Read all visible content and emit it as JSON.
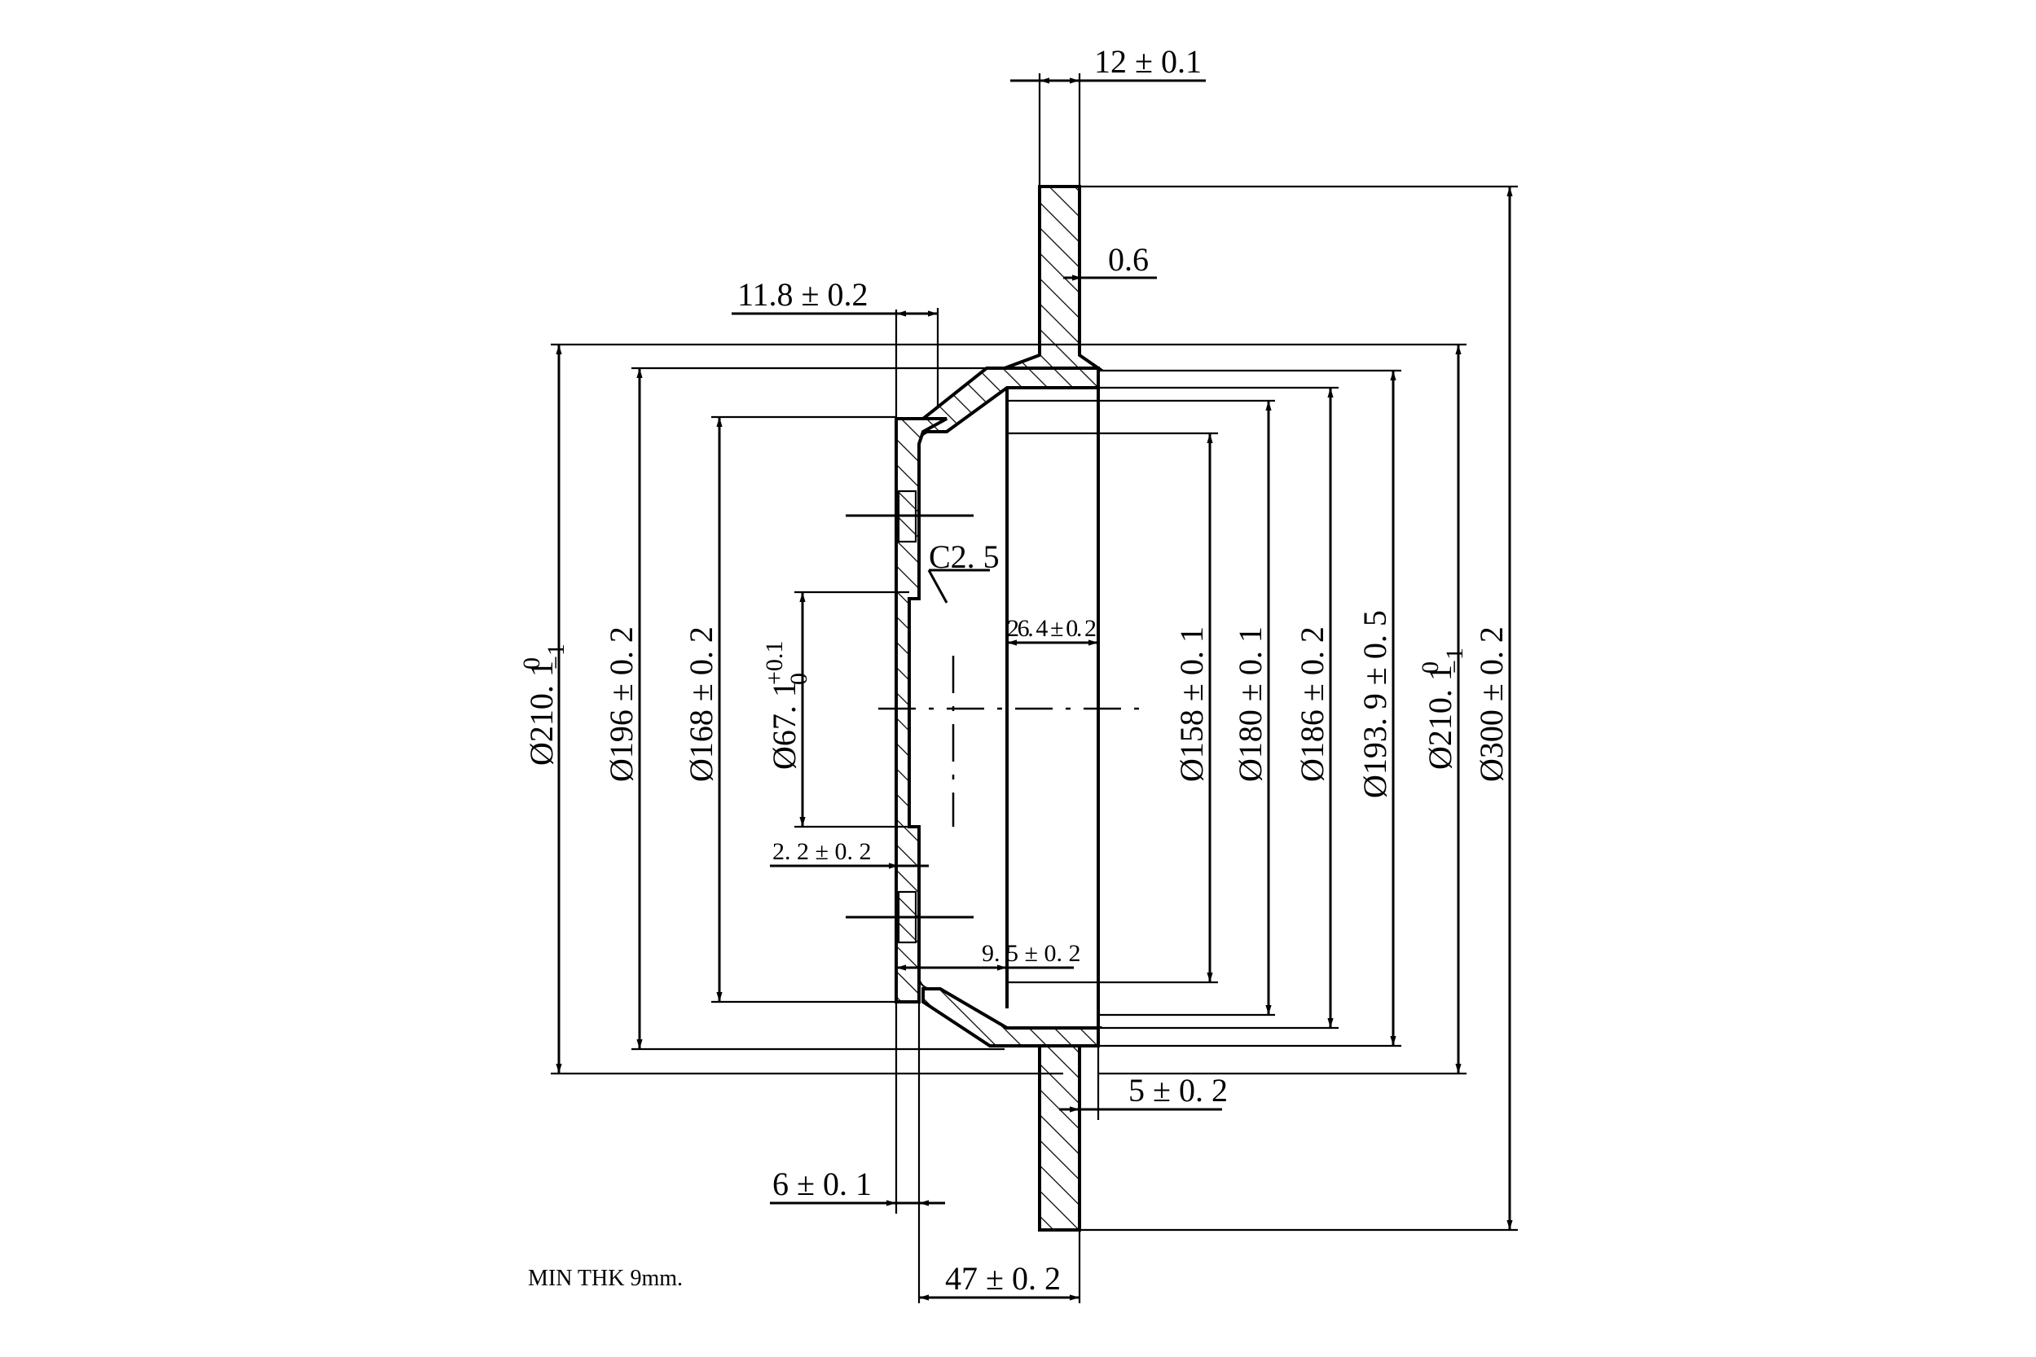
{
  "drawing": {
    "top_thickness": "12 ± 0.1",
    "runout": "0.6",
    "hat_offset": "11.8 ± 0.2",
    "chamfer": "C2. 5",
    "inner_depth": "26. 4 ± 0. 2",
    "slot_depth": "2. 2 ± 0. 2",
    "boss_depth": "9. 5 ± 0. 2",
    "flange_step": "5 ± 0. 2",
    "hub_thickness": "6 ± 0. 1",
    "total_height": "47 ± 0. 2",
    "note": "MIN THK 9mm.",
    "left_diameters": {
      "d210": "Ø210. 1",
      "d210_tol_upper": "0",
      "d210_tol_lower": "−1",
      "d196": "Ø196 ± 0. 2",
      "d168": "Ø168 ± 0. 2",
      "d67": "Ø67. 1",
      "d67_tol_upper": "+0.1",
      "d67_tol_lower": "0"
    },
    "right_diameters": {
      "d158": "Ø158 ± 0. 1",
      "d180": "Ø180 ± 0. 1",
      "d186": "Ø186 ± 0. 2",
      "d193": "Ø193. 9 ± 0. 5",
      "d210": "Ø210. 1",
      "d210_tol_upper": "0",
      "d210_tol_lower": "−1",
      "d300": "Ø300 ± 0. 2"
    }
  }
}
